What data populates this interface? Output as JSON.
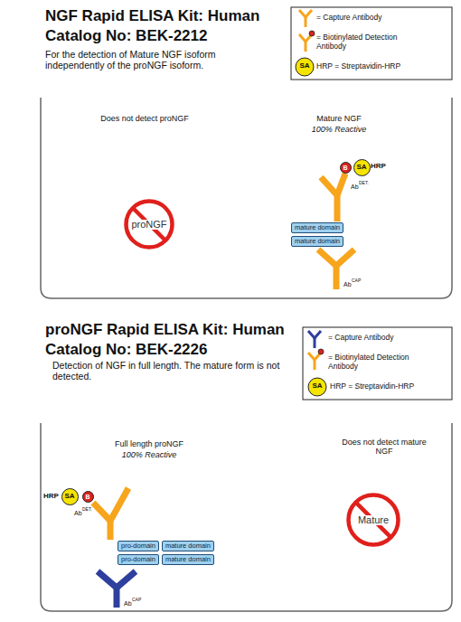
{
  "diagram": {
    "nodes": [
      {
        "text": [
          "proNGF"
        ]
      },
      {
        "text": [
          "B"
        ]
      },
      {
        "text": [
          "SA"
        ]
      },
      {
        "text": [
          "mature domain"
        ]
      },
      {
        "text": [
          "mature domain"
        ]
      },
      {
        "text": [
          "SA"
        ]
      },
      {
        "text": [
          "B"
        ]
      },
      {
        "text": [
          "pro-domain"
        ]
      },
      {
        "text": [
          "mature domain"
        ]
      },
      {
        "text": [
          "pro-domain"
        ]
      },
      {
        "text": [
          "mature domain"
        ]
      },
      {
        "text": [
          "Mature"
        ]
      }
    ],
    "labels": [
      "NGF Rapid ELISA Kit: Human",
      "Catalog No: BEK-2212",
      "For the detection of Mature NGF isoform independently of the proNGF isoform.",
      "SA",
      "Does not detect proNGF",
      "Mature NGF",
      "100% Reactive",
      "HRP",
      "Ab",
      "DET.",
      "Ab",
      "CAP",
      "proNGF Rapid ELISA Kit: Human",
      "Catalog No: BEK-2226",
      "Detection of NGF in full length. The mature form is not detected.",
      "SA",
      "Full length proNGF",
      "100% Reactive",
      "Does not detect mature NGF",
      "HRP",
      "Ab",
      "DET.",
      "Ab",
      "CAP"
    ],
    "legend": [
      {
        "text": "= Capture Antibody"
      },
      {
        "text": "= Biotinylated Detection Antibody"
      },
      {
        "text": "HRP = Streptavidin-HRP"
      },
      {
        "text": "= Capture Antibody"
      },
      {
        "text": "= Biotinylated Detection Antibody"
      },
      {
        "text": "HRP = Streptavidin-HRP"
      }
    ]
  }
}
